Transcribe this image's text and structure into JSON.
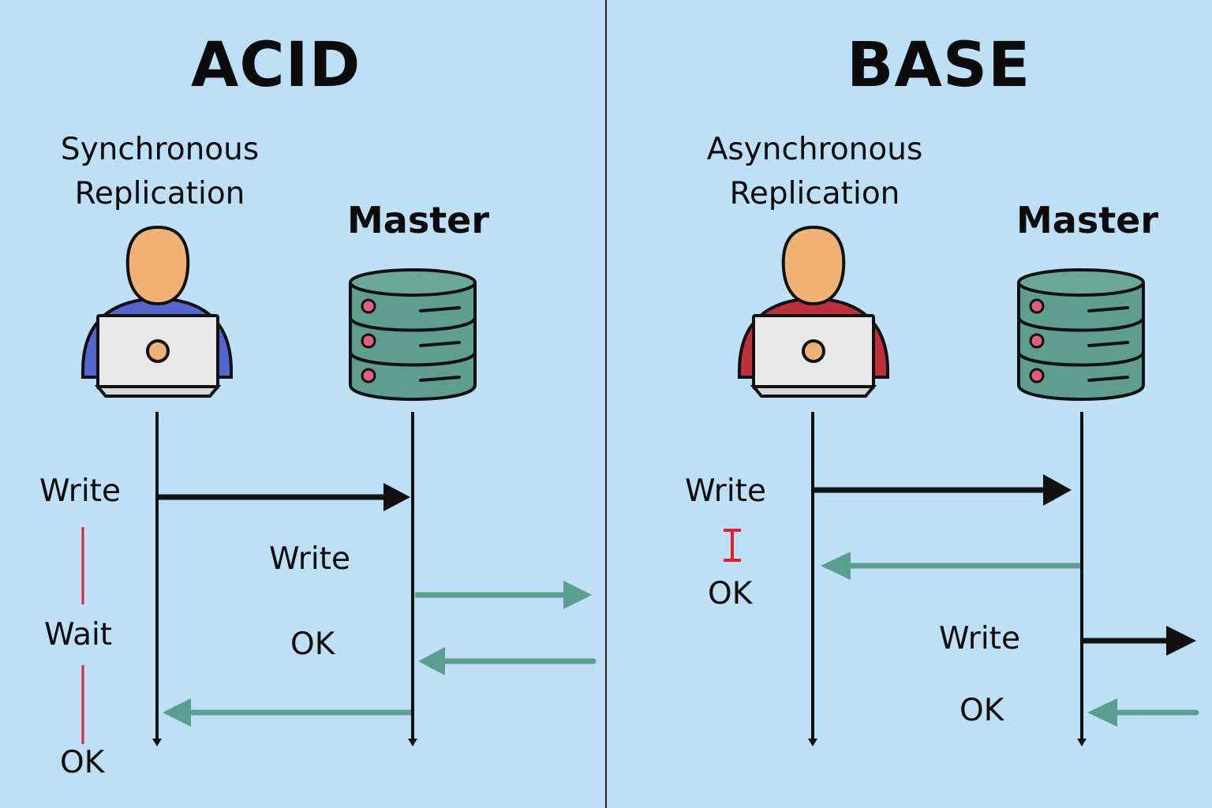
{
  "colors": {
    "background": "#bde0f7",
    "acid_person": "#5566cc",
    "base_person": "#c0303c",
    "skin": "#f1b273",
    "database": "#5f9e8f",
    "return_arrow": "#5a9e8f",
    "wait_marker": "#e02030"
  },
  "acid": {
    "title": "ACID",
    "mode_line1": "Synchronous",
    "mode_line2": "Replication",
    "master_label": "Master",
    "client_write": "Write",
    "wait": "Wait",
    "client_ok": "OK",
    "replica_write": "Write",
    "replica_ok": "OK"
  },
  "base": {
    "title": "BASE",
    "mode_line1": "Asynchronous",
    "mode_line2": "Replication",
    "master_label": "Master",
    "client_write": "Write",
    "client_ok": "OK",
    "replica_write": "Write",
    "replica_ok": "OK"
  },
  "icons": [
    "user-at-laptop-icon",
    "database-server-icon"
  ]
}
